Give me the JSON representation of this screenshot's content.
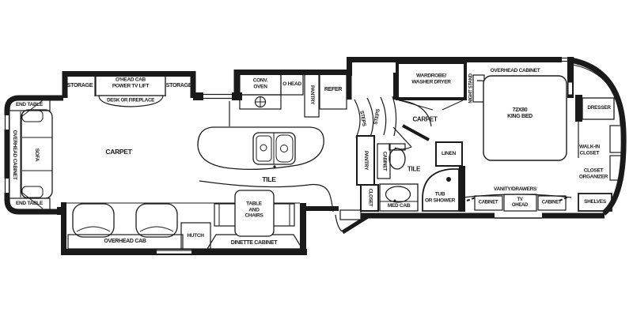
{
  "colors": {
    "line": "#1a1a1a",
    "background": "#ffffff"
  },
  "plan": {
    "living": {
      "storage_left": "STORAGE",
      "ohead_cab_tv": "O'HEAD CAB\nPOWER TV LIFT",
      "desk_fireplace": "DESK OR FIREPLACE",
      "storage_right": "STORAGE",
      "end_table_top": "END TABLE",
      "overhead_cabinet": "OVERHEAD CABINET",
      "sofa": "SOFA",
      "end_table_bottom": "END TABLE",
      "carpet": "CARPET",
      "overhead_cab": "OVERHEAD CAB",
      "hutch": "HUTCH",
      "dinette_cabinet": "DINETTE CABINET",
      "table_chairs": "TABLE\nAND\nCHAIRS"
    },
    "kitchen": {
      "conv_oven": "CONV.\nOVEN",
      "o_head": "O HEAD",
      "pantry": "PANTRY",
      "refer": "REFER",
      "tile": "TILE",
      "steps_left": "STEPS",
      "steps_right": "STEPS"
    },
    "bath": {
      "pantry": "PANTRY",
      "cabinet": "CABINET",
      "tile": "TILE",
      "closet": "CLOSET",
      "med_cab": "MED CAB",
      "tub_shower": "TUB\nOR SHOWER",
      "linen": "LINEN"
    },
    "bedroom": {
      "wardrobe": "WARDROBE/\nWASHER DRYER",
      "carpet": "CARPET",
      "night_stand": "NIGHT STAND",
      "overhead_cabinet": "OVERHEAD CABINET",
      "king_bed": "72X80\nKING BED",
      "vanity_drawers": "VANITY/DRAWERS",
      "cabinet_left": "CABINET",
      "tv_ohead": "TV\nOHEAD",
      "cabinet_right": "CABINET",
      "dresser": "DRESSER"
    },
    "rear": {
      "walk_in_closet": "WALK-IN\nCLOSET",
      "closet_organizer": "CLOSET\nORGANIZER",
      "shelves": "SHELVES"
    }
  }
}
